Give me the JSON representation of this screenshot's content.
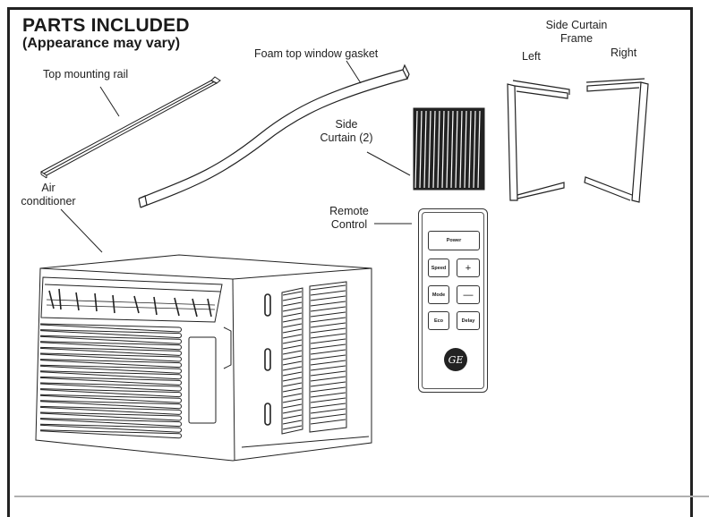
{
  "heading": {
    "title": "PARTS INCLUDED",
    "subtitle": "(Appearance may vary)"
  },
  "parts": {
    "top_mounting_rail": "Top mounting rail",
    "foam_gasket": "Foam top window gasket",
    "side_curtain_line1": "Side",
    "side_curtain_line2": "Curtain (2)",
    "side_curtain_frame_line1": "Side Curtain",
    "side_curtain_frame_line2": "Frame",
    "frame_left": "Left",
    "frame_right": "Right",
    "air_conditioner_line1": "Air",
    "air_conditioner_line2": "conditioner",
    "remote_line1": "Remote",
    "remote_line2": "Control"
  },
  "remote": {
    "buttons": {
      "power": "Power",
      "speed": "Speed",
      "plus": "+",
      "mode": "Mode",
      "minus": "—",
      "eco": "Eco",
      "delay": "Delay"
    },
    "logo": "GE"
  }
}
